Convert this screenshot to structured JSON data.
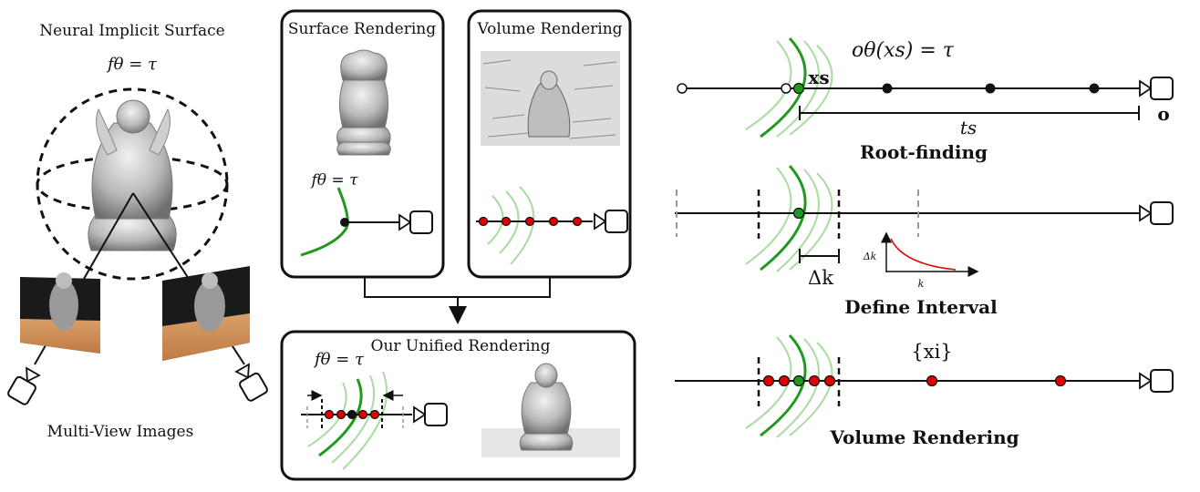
{
  "left_panel": {
    "title": "Neural Implicit Surface",
    "level_set": "fθ = τ",
    "caption": "Multi-View Images"
  },
  "surface_rendering": {
    "title": "Surface Rendering",
    "level_set": "fθ = τ"
  },
  "volume_rendering_box": {
    "title": "Volume Rendering"
  },
  "unified_rendering": {
    "title": "Our Unified Rendering",
    "level_set": "fθ = τ"
  },
  "root_finding": {
    "equation": "oθ(xs) = τ",
    "point_label": "xs",
    "distance_label": "ts",
    "origin_label": "o",
    "title": "Root-finding"
  },
  "define_interval": {
    "interval_label": "Δk",
    "plot_ylabel": "Δk",
    "plot_xlabel": "k",
    "title": "Define Interval"
  },
  "volume_rendering_row": {
    "samples_label": "{xi}",
    "title": "Volume Rendering"
  },
  "colors": {
    "surface_green": "#1f9a1f",
    "light_green": "#a8dca0",
    "sample_red": "#e00000",
    "curve_red": "#e00000"
  }
}
